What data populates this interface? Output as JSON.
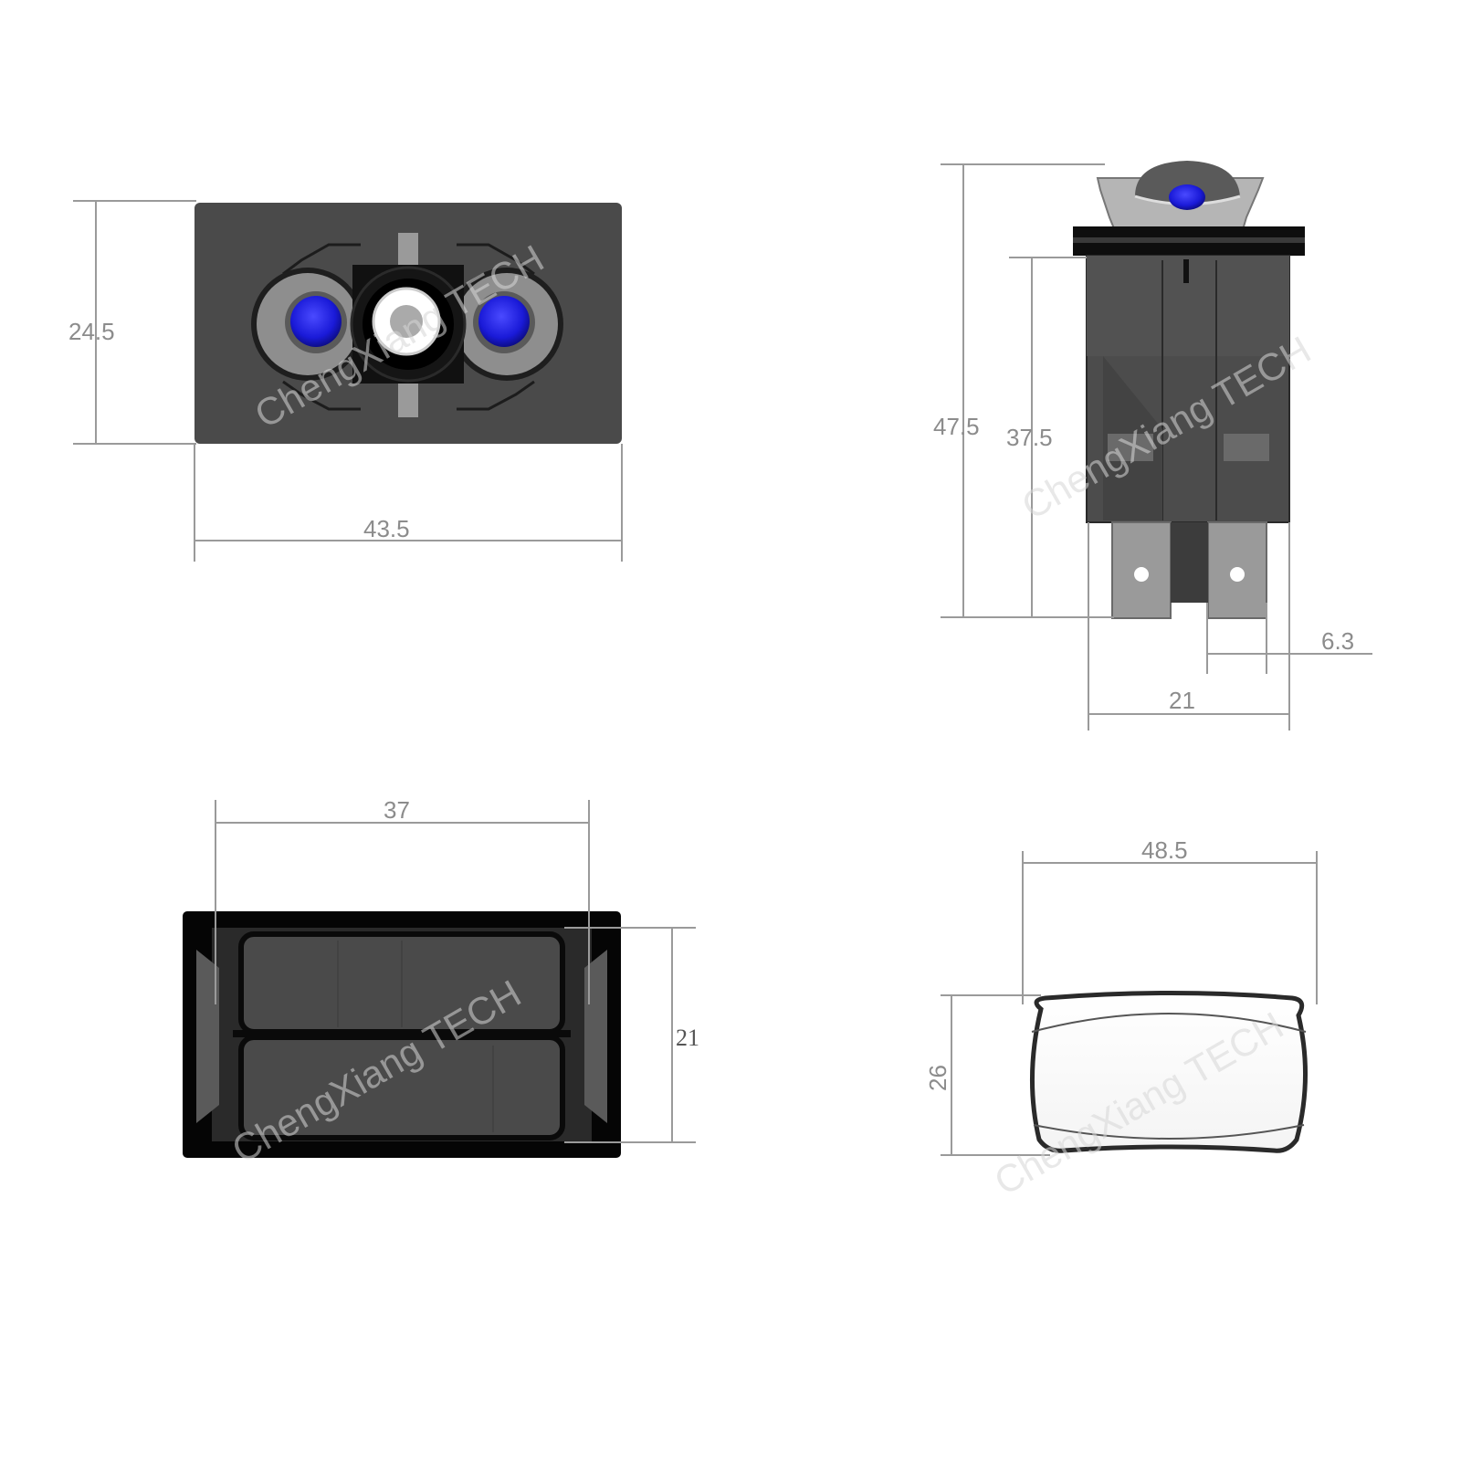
{
  "watermark": "ChengXiang TECH",
  "colors": {
    "body": "#4a4a4a",
    "body_dark": "#111111",
    "led": "#1a1ad8",
    "bezel_gray": "#8e8e8e",
    "dimension": "#8c8c8c"
  },
  "views": {
    "front": {
      "height": "24.5",
      "width": "43.5"
    },
    "side": {
      "total_height": "47.5",
      "body_height": "37.5",
      "terminal_width": "6.3",
      "body_width": "21"
    },
    "bottom": {
      "width": "37",
      "height": "21"
    },
    "top": {
      "width": "48.5",
      "height": "26"
    }
  }
}
